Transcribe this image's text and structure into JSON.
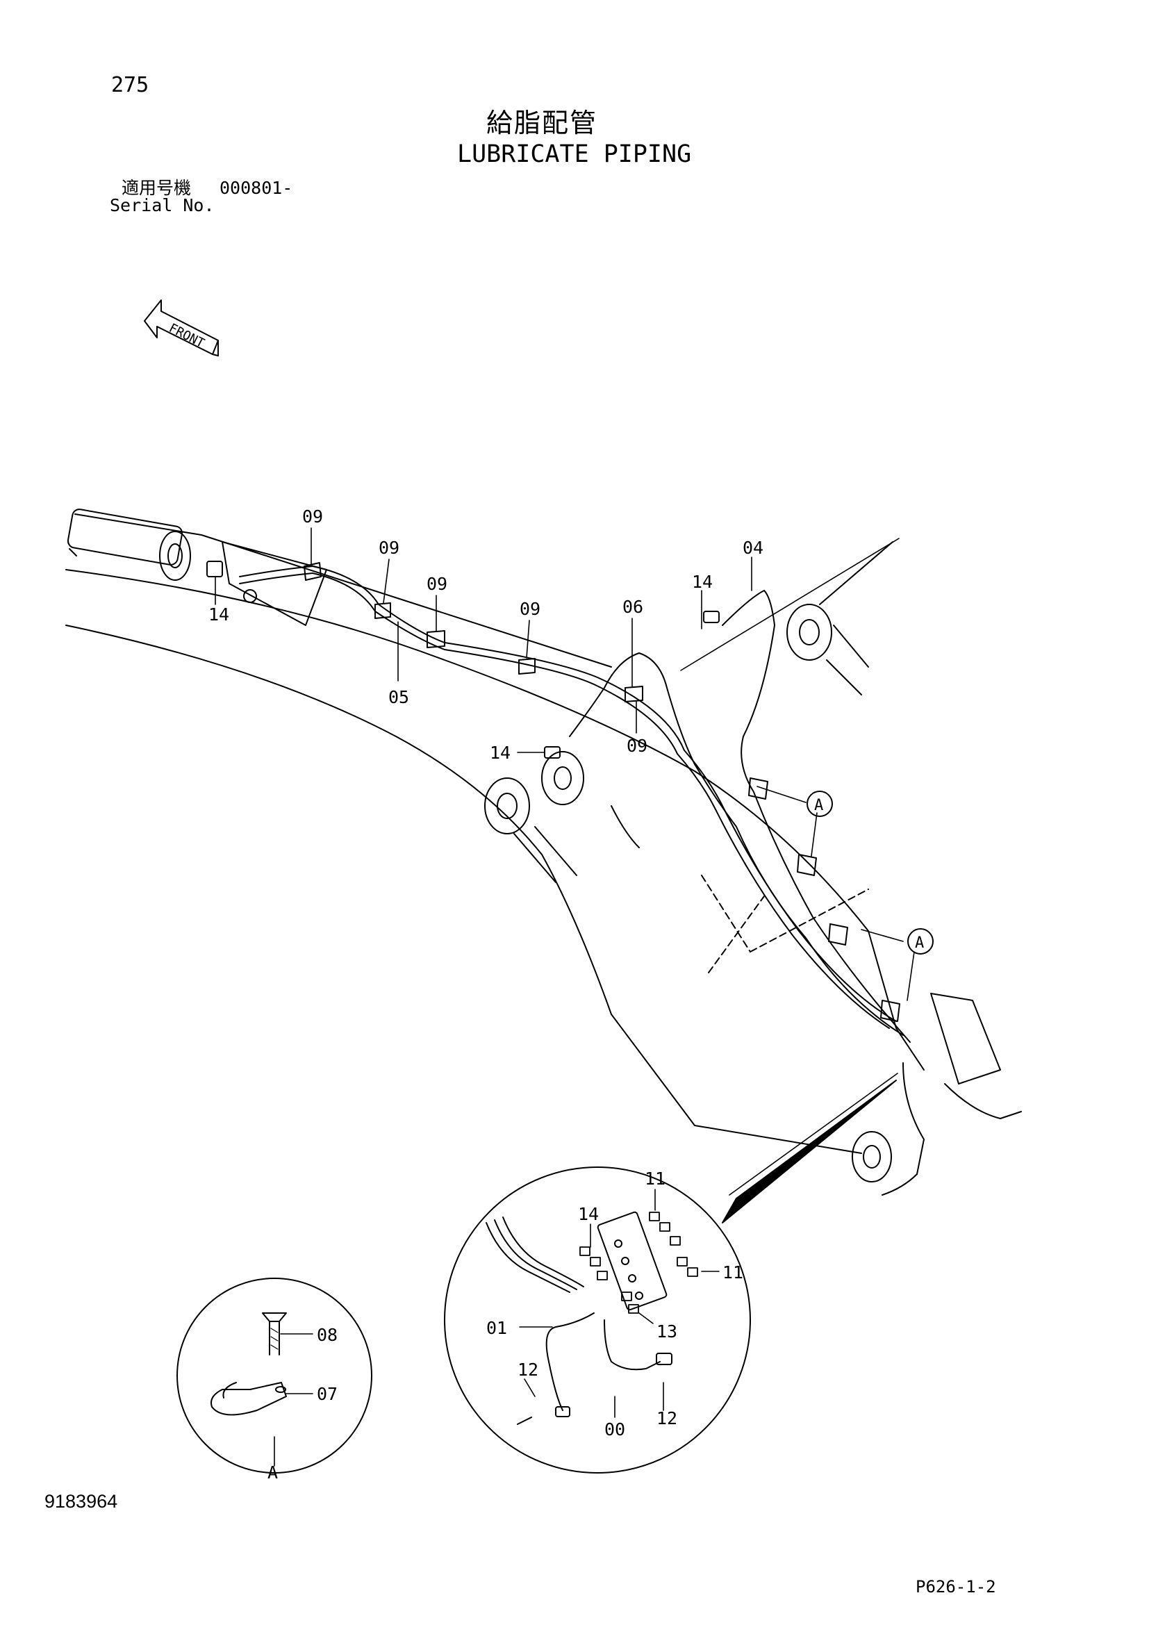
{
  "page_number": "275",
  "title_jp": "給脂配管",
  "title_en": "LUBRICATE PIPING",
  "serial": {
    "label_jp": "適用号機",
    "value": "000801-",
    "label_en": "Serial No."
  },
  "front_label": "FRONT",
  "callouts": {
    "c09a": "09",
    "c09b": "09",
    "c09c": "09",
    "c09d": "09",
    "c09e": "09",
    "c14a": "14",
    "c14b": "14",
    "c14c": "14",
    "c05": "05",
    "c06": "06",
    "c04": "04",
    "cA1": "A",
    "cA2": "A",
    "d11a": "11",
    "d11b": "11",
    "d14": "14",
    "d01": "01",
    "d13": "13",
    "d12a": "12",
    "d12b": "12",
    "d00": "00",
    "e08": "08",
    "e07": "07",
    "eA": "A"
  },
  "doc_id": "9183964",
  "plate_id": "P626-1-2"
}
